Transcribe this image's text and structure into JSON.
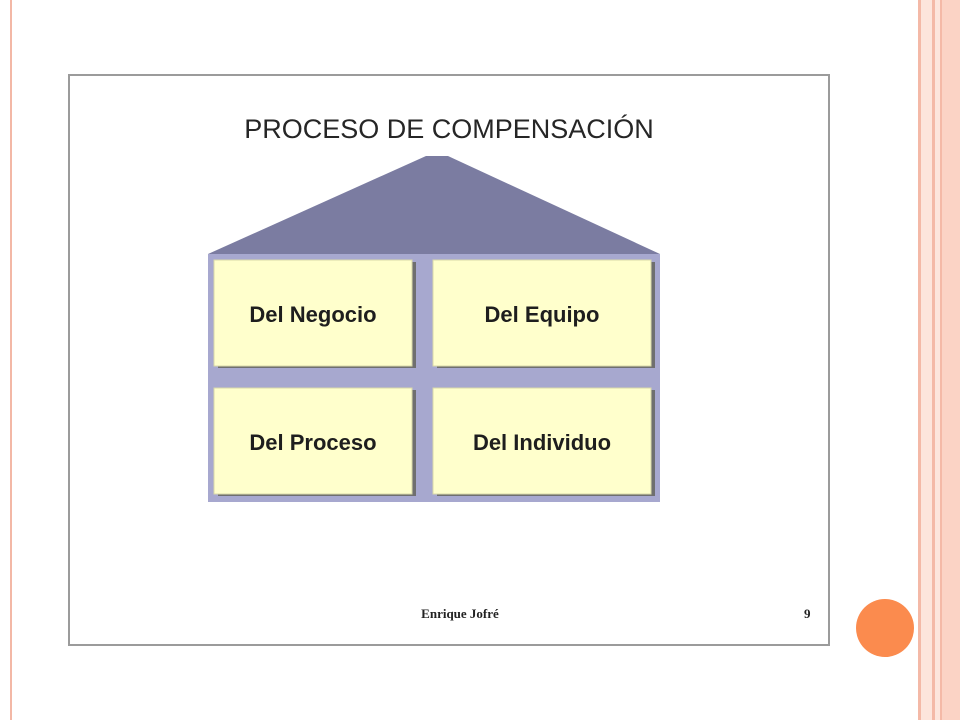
{
  "diagram": {
    "title": "PROCESO DE COMPENSACIÓN",
    "boxes": [
      {
        "label": "Del Negocio"
      },
      {
        "label": "Del Equipo"
      },
      {
        "label": "Del Proceso"
      },
      {
        "label": "Del Individuo"
      }
    ]
  },
  "footer": {
    "author": "Enrique Jofré",
    "page_number": "9"
  },
  "colors": {
    "roof": "#7b7ca1",
    "frame": "#a7a8cf",
    "box_fill": "#ffffcc",
    "accent_dot": "#fb8b4e"
  }
}
